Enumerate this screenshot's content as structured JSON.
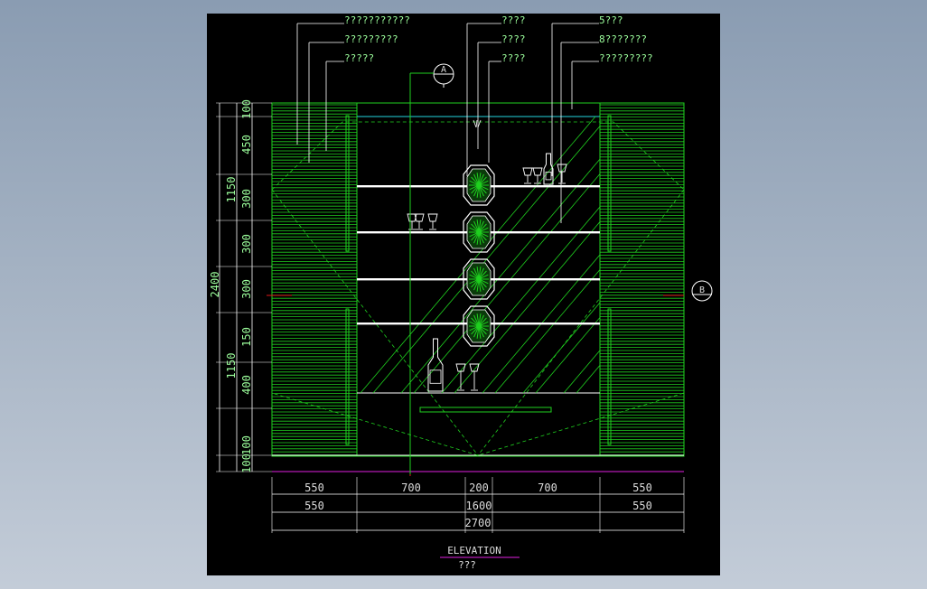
{
  "colors": {
    "background": "#000000",
    "green": "#1fd01f",
    "white": "#ffffff",
    "cyan": "#25d6e0",
    "magenta": "#e020e0",
    "red": "#e01818",
    "text_green": "#9cff9c",
    "label_white": "#dcdcdc"
  },
  "leaders_left": [
    "???????????",
    "?????????",
    "?????"
  ],
  "leaders_right": [
    "????",
    "????",
    "????",
    "5???",
    "8???????",
    "?????????"
  ],
  "section_markers": {
    "a": "A",
    "b": "B"
  },
  "dims_vertical_outer": [
    "2400"
  ],
  "dims_vertical_mid": [
    "1150",
    "1150"
  ],
  "dims_vertical_inner": [
    "100",
    "450",
    "300",
    "300",
    "300",
    "150",
    "400",
    "100",
    "100"
  ],
  "dims_horizontal_row1": [
    "550",
    "700",
    "200",
    "700",
    "550"
  ],
  "dims_horizontal_row2": [
    "550",
    "1600",
    "550"
  ],
  "dims_horizontal_total": [
    "2700"
  ],
  "title": {
    "main": "ELEVATION",
    "sub": "???"
  }
}
